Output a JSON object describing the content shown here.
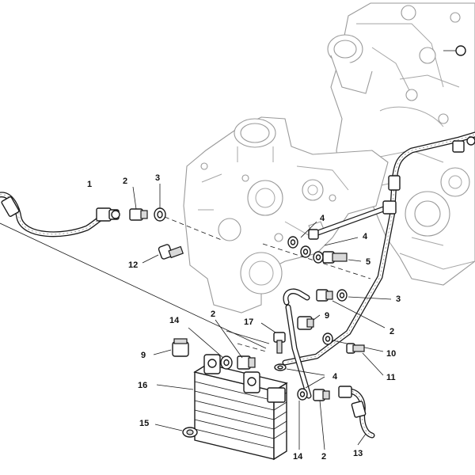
{
  "diagram": {
    "callouts": [
      {
        "id": "c1",
        "text": "1"
      },
      {
        "id": "c2a",
        "text": "2"
      },
      {
        "id": "c3a",
        "text": "3"
      },
      {
        "id": "c4a",
        "text": "4"
      },
      {
        "id": "c4b",
        "text": "4"
      },
      {
        "id": "c5",
        "text": "5"
      },
      {
        "id": "c12",
        "text": "12"
      },
      {
        "id": "c3b",
        "text": "3"
      },
      {
        "id": "c2b",
        "text": "2"
      },
      {
        "id": "c14a",
        "text": "14"
      },
      {
        "id": "c2c",
        "text": "2"
      },
      {
        "id": "c17",
        "text": "17"
      },
      {
        "id": "c9a",
        "text": "9"
      },
      {
        "id": "c9b",
        "text": "9"
      },
      {
        "id": "c10",
        "text": "10"
      },
      {
        "id": "c11",
        "text": "11"
      },
      {
        "id": "c4c",
        "text": "4"
      },
      {
        "id": "c16",
        "text": "16"
      },
      {
        "id": "c15",
        "text": "15"
      },
      {
        "id": "c14b",
        "text": "14"
      },
      {
        "id": "c2d",
        "text": "2"
      },
      {
        "id": "c13",
        "text": "13"
      }
    ]
  }
}
